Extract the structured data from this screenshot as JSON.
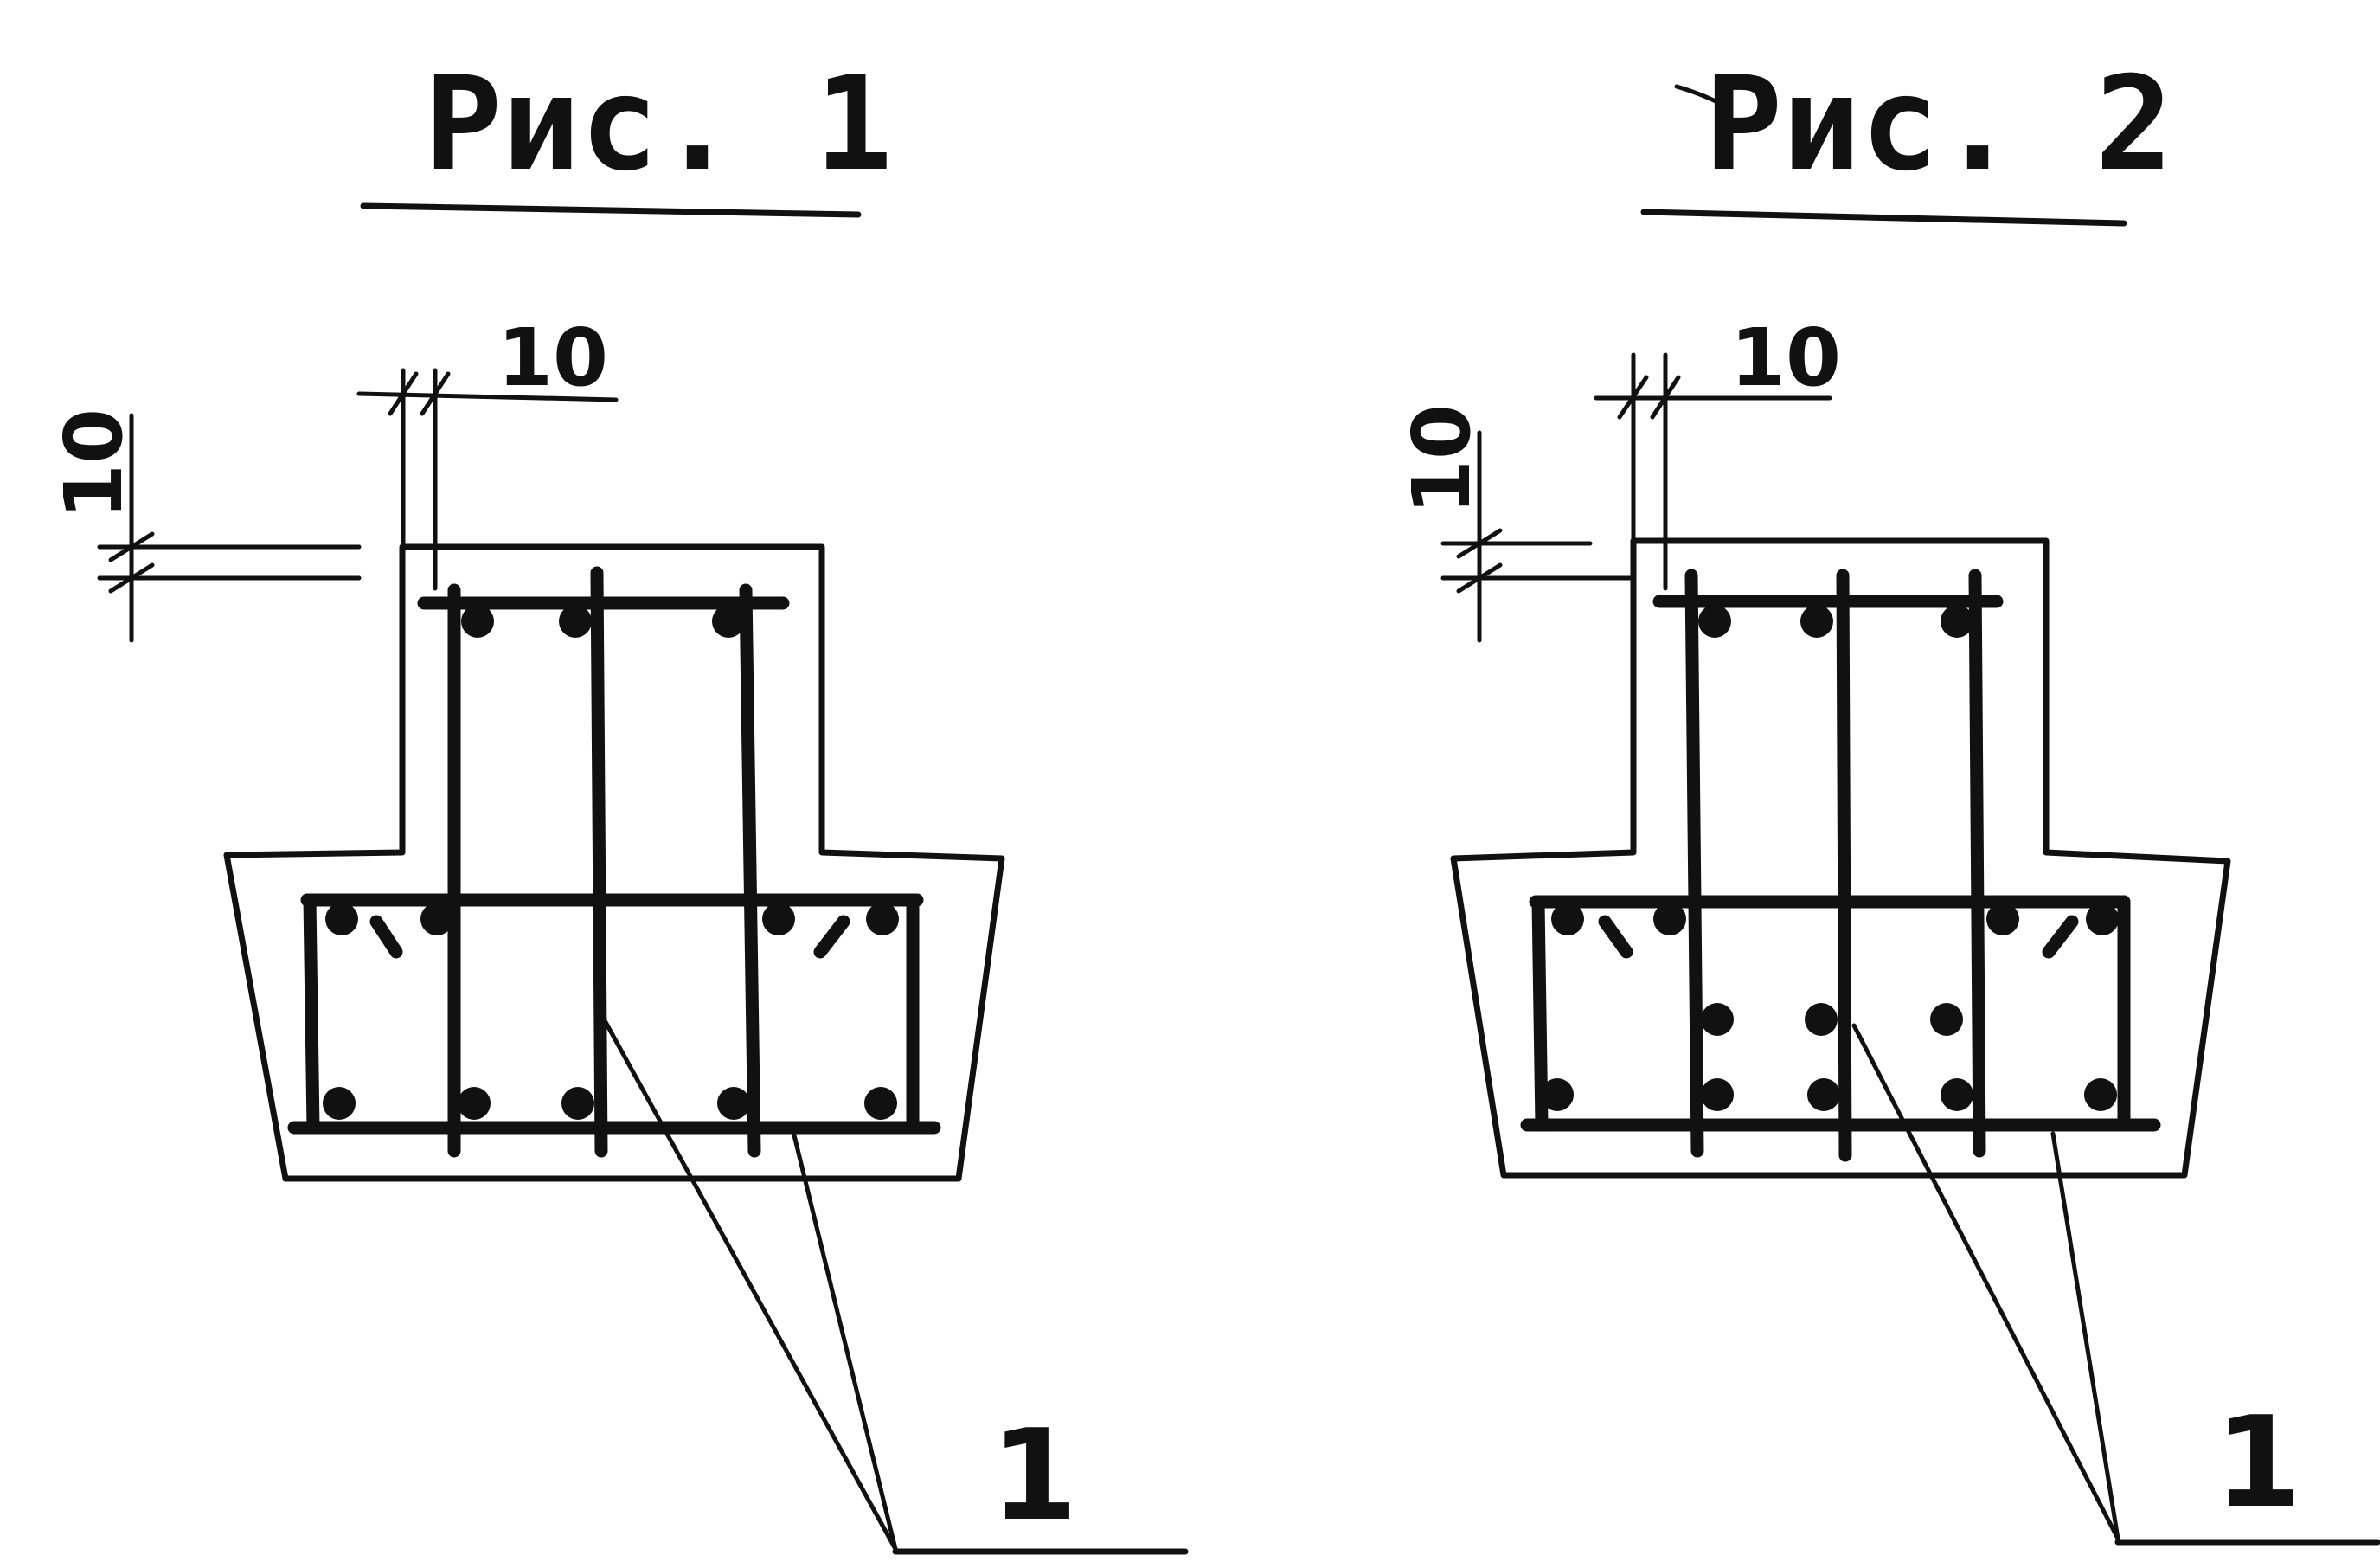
{
  "colors": {
    "ink": "#111111",
    "paper": "#ffffff"
  },
  "figures": [
    {
      "title": "Рис. 1",
      "dim_top": "10",
      "dim_left": "10",
      "position_mark": "1"
    },
    {
      "title": "Рис. 2",
      "dim_top": "10",
      "dim_left": "10",
      "position_mark": "1"
    }
  ]
}
